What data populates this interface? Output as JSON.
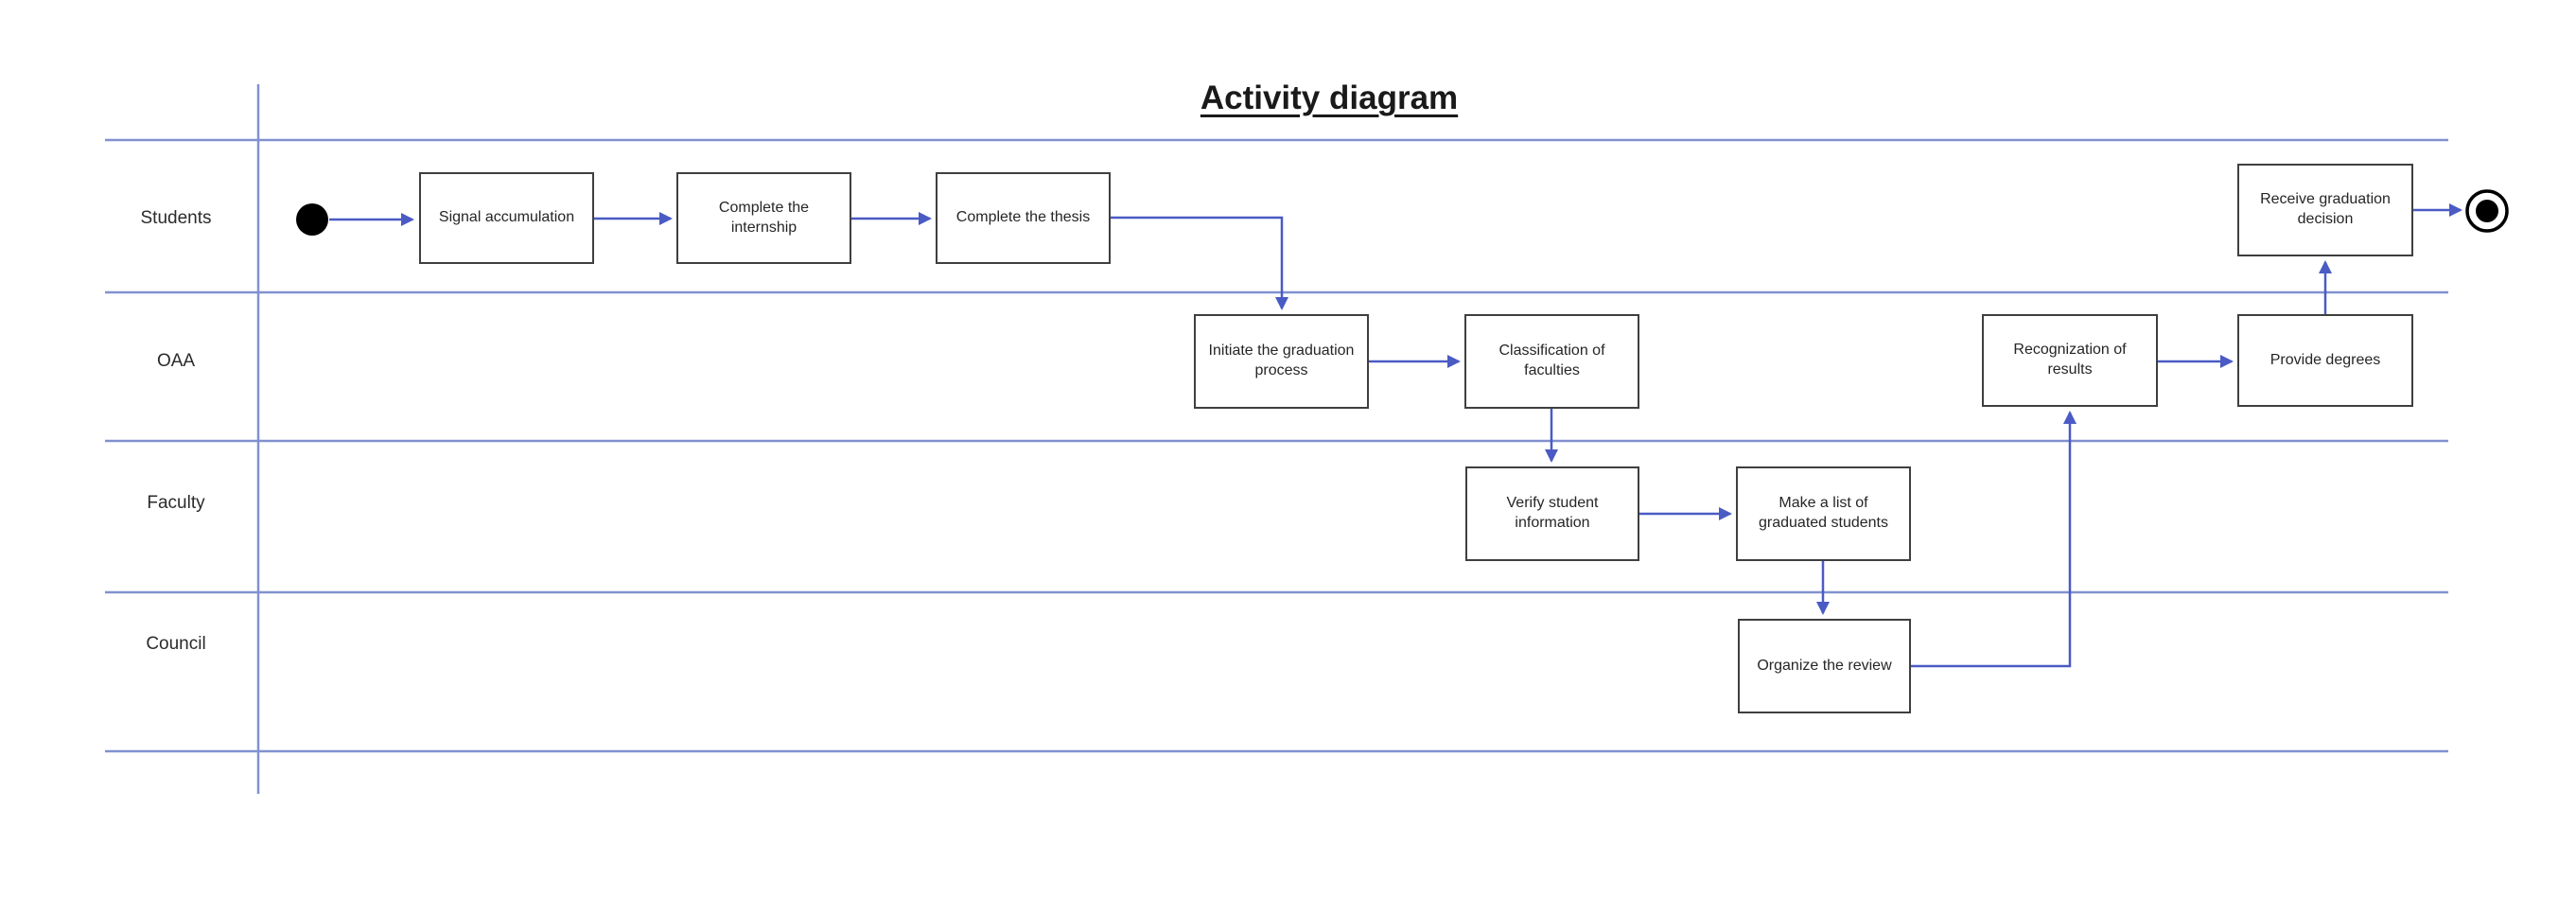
{
  "title": "Activity diagram",
  "diagram_type": "UML activity diagram with swimlanes",
  "lanes": [
    {
      "label": "Students"
    },
    {
      "label": "OAA"
    },
    {
      "label": "Faculty"
    },
    {
      "label": "Council"
    }
  ],
  "nodes": {
    "start": {
      "type": "initial-node",
      "lane": "Students"
    },
    "signal_accumulation": {
      "label": "Signal accumulation",
      "lane": "Students"
    },
    "complete_internship": {
      "label": "Complete the internship",
      "lane": "Students"
    },
    "complete_thesis": {
      "label": "Complete the thesis",
      "lane": "Students"
    },
    "initiate_graduation": {
      "label": "Initiate the graduation process",
      "lane": "OAA"
    },
    "classification_faculties": {
      "label": "Classification of faculties",
      "lane": "OAA"
    },
    "verify_student_info": {
      "label": "Verify student information",
      "lane": "Faculty"
    },
    "make_list_graduated": {
      "label": "Make a list of graduated students",
      "lane": "Faculty"
    },
    "organize_review": {
      "label": "Organize the review",
      "lane": "Council"
    },
    "recognization_results": {
      "label": "Recognization of results",
      "lane": "OAA"
    },
    "provide_degrees": {
      "label": "Provide degrees",
      "lane": "OAA"
    },
    "receive_graduation_decision": {
      "label": "Receive graduation decision",
      "lane": "Students"
    },
    "end": {
      "type": "final-node",
      "lane": "Students"
    }
  },
  "flows": [
    "start -> Signal accumulation",
    "Signal accumulation -> Complete the internship",
    "Complete the internship -> Complete the thesis",
    "Complete the thesis -> Initiate the graduation process",
    "Initiate the graduation process -> Classification of faculties",
    "Classification of faculties -> Verify student information",
    "Verify student information -> Make a list of graduated students",
    "Make a list of graduated students -> Organize the review",
    "Organize the review -> Recognization of results",
    "Recognization of results -> Provide degrees",
    "Provide degrees -> Receive graduation decision",
    "Receive graduation decision -> end"
  ],
  "colors": {
    "lane_line": "#8191cf",
    "connector": "#4a5bc4",
    "box_border": "#3f3f3f",
    "box_fill": "#ffffff",
    "node_fill": "#000000",
    "text": "#262626",
    "background": "#ffffff"
  }
}
